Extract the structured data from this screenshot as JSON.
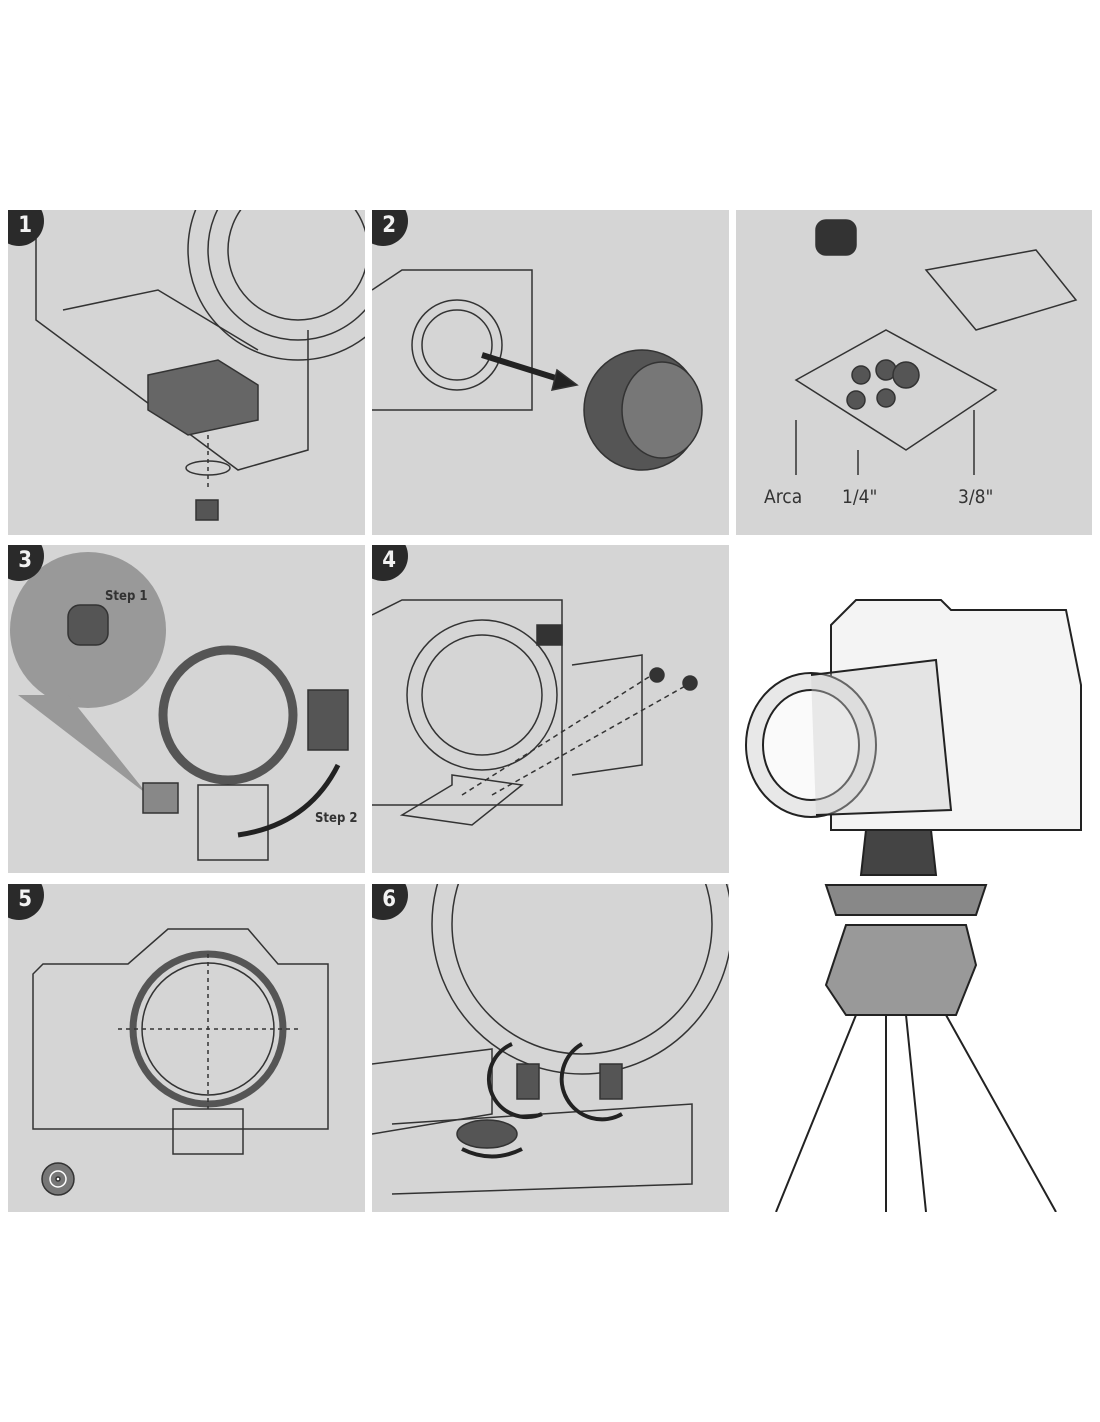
{
  "steps": [
    "1",
    "2",
    "3",
    "4",
    "5",
    "6"
  ],
  "plate_labels": {
    "arca": "Arca",
    "quarter": "1/4\"",
    "three_eighths": "3/8\""
  },
  "step3": {
    "step1": "Step 1",
    "step2": "Step 2"
  }
}
